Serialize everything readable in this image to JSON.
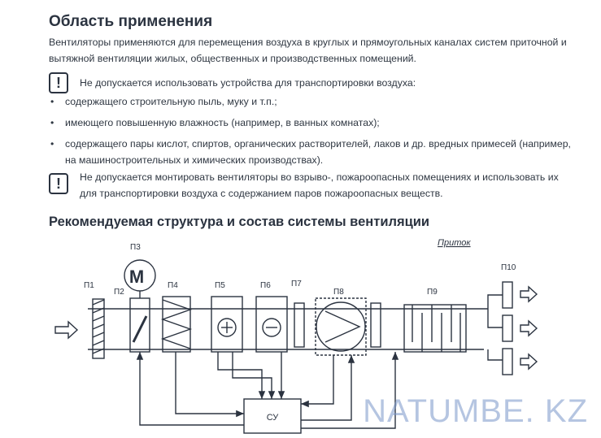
{
  "section1": {
    "title": "Область применения",
    "intro": "Вентиляторы применяются для перемещения воздуха в круглых и прямоугольных каналах систем приточной и вытяжной вентиляции жилых, общественных и производственных помещений."
  },
  "warning1": {
    "icon": "!",
    "text": "Не допускается использовать устройства для транспортировки воздуха:"
  },
  "bullets": [
    "содержащего строительную пыль, муку и т.п.;",
    "имеющего повышенную влажность (например, в ванных комнатах);",
    "содержащего пары кислот, спиртов, органических растворителей, лаков и др. вредных примесей (например, на машиностроительных и химических производствах)."
  ],
  "warning2": {
    "icon": "!",
    "text": "Не допускается монтировать вентиляторы во взрыво-, пожароопасных помещениях и использовать их для транспортировки воздуха с содержанием паров пожароопасных веществ."
  },
  "section2": {
    "title": "Рекомендуемая структура и состав системы вентиляции"
  },
  "diagram": {
    "supply_label": "Приток",
    "labels": {
      "p1": "П1",
      "p2": "П2",
      "p3": "П3",
      "p4": "П4",
      "p5": "П5",
      "p6": "П6",
      "p7": "П7",
      "p8": "П8",
      "p9": "П9",
      "p10": "П10"
    },
    "motor": "M",
    "controller": "СУ"
  },
  "watermark": "NATUMBE. KZ"
}
